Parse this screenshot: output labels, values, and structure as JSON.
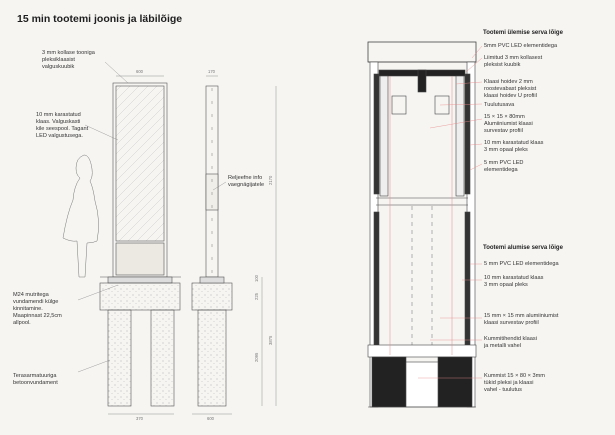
{
  "title": "15 min tootemi joonis ja läbilõige",
  "left_labels": {
    "collage": "3 mm kollase tooniga\npleksiklaasist\nvalguskuubik",
    "glass": "10 mm karastatud\nklaas. Valguskasti\nkile seespool. Tagant\nLED valgustusega.",
    "relief": "Reljeefne info\nvaegnägijatele",
    "bolts": "M24 mutritega\nvundamendi külge\nkinnitamine.\nMaapinnast 22,5cm\nallpool.",
    "foundation": "Terasarmatuuriga\nbetoonvundament"
  },
  "dimensions": {
    "width_front": "600",
    "width_side": "170",
    "height_total": "2170",
    "height_lower": "2095",
    "height_upper_a": "225",
    "height_upper_b": "100",
    "height_overall": "3875",
    "width_found_front": "370",
    "width_found_side": "600"
  },
  "right_top": {
    "heading": "Tootemi ülemise serva lõige",
    "items": [
      "5mm PVC LED elementidega",
      "Liimitud 3 mm kollasest\npleksist kuubik",
      "Klaasi hoidev 2 mm\nroostevabast pleksist\nklaasi hoidev U profiil",
      "Tuulutusava",
      "15 × 15 × 80mm\nAlumiiniumist klaasi\nsurvestav profiil",
      "10 mm karastatud klaas\n3 mm opaal pleks",
      "5 mm PVC LED\nelementidega"
    ]
  },
  "right_bottom": {
    "heading": "Tootemi alumise serva lõige",
    "items": [
      "5 mm PVC LED elementidega",
      "10 mm karastatud klaas\n3 mm opaal pleks",
      "15 mm × 15 mm alumiiniumist\nklaasi survestav profiil",
      "Kummitihendid klaasi\nja metalli vahel",
      "Kummist 15 × 80 × 3mm\ntükid pleksi ja klaasi\nvahel - tuulutus"
    ]
  },
  "colors": {
    "leader_red": "#e88a8a",
    "line": "#555555",
    "concrete": "#e6e3dd"
  }
}
